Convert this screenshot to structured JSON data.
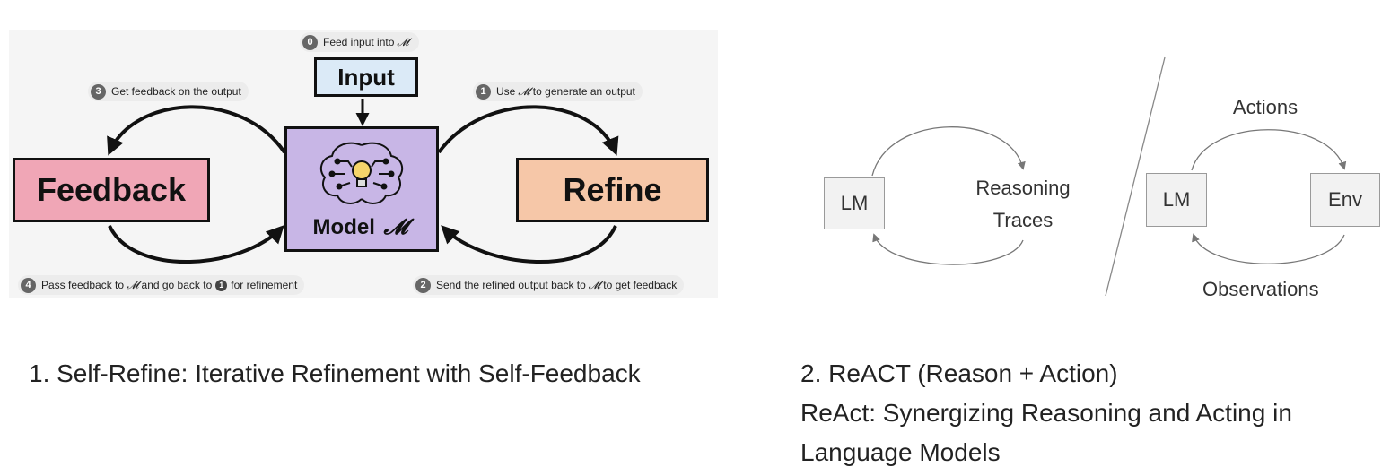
{
  "self_refine": {
    "steps": {
      "s0": {
        "num": "0",
        "text": "Feed input into",
        "sym": "𝓜"
      },
      "s1": {
        "num": "1",
        "pre": "Use",
        "sym": "𝓜",
        "post": "to generate an output"
      },
      "s2": {
        "num": "2",
        "pre": "Send the refined output back to",
        "sym": "𝓜",
        "post": "to get feedback"
      },
      "s3": {
        "num": "3",
        "text": "Get feedback on the output"
      },
      "s4": {
        "num": "4",
        "pre": "Pass feedback to",
        "sym": "𝓜",
        "mid": "and go back to",
        "ref": "1",
        "post": "for refinement"
      }
    },
    "boxes": {
      "input": "Input",
      "feedback": "Feedback",
      "refine": "Refine",
      "model": "Model",
      "model_sym": "𝓜"
    },
    "caption": "1. Self-Refine: Iterative Refinement with Self-Feedback"
  },
  "react": {
    "lm_left": "LM",
    "reasoning_line1": "Reasoning",
    "reasoning_line2": "Traces",
    "lm_right": "LM",
    "env": "Env",
    "actions": "Actions",
    "observations": "Observations",
    "caption_line1": "2. ReACT (Reason + Action)",
    "caption_line2": "ReAct: Synergizing Reasoning and Acting in",
    "caption_line3": "Language Models"
  },
  "colors": {
    "input_box": "#dbeaf7",
    "feedback_box": "#f0a6b6",
    "refine_box": "#f6c7a8",
    "model_box": "#c8b6e6"
  },
  "icons": [
    "brain-lightbulb-icon"
  ]
}
